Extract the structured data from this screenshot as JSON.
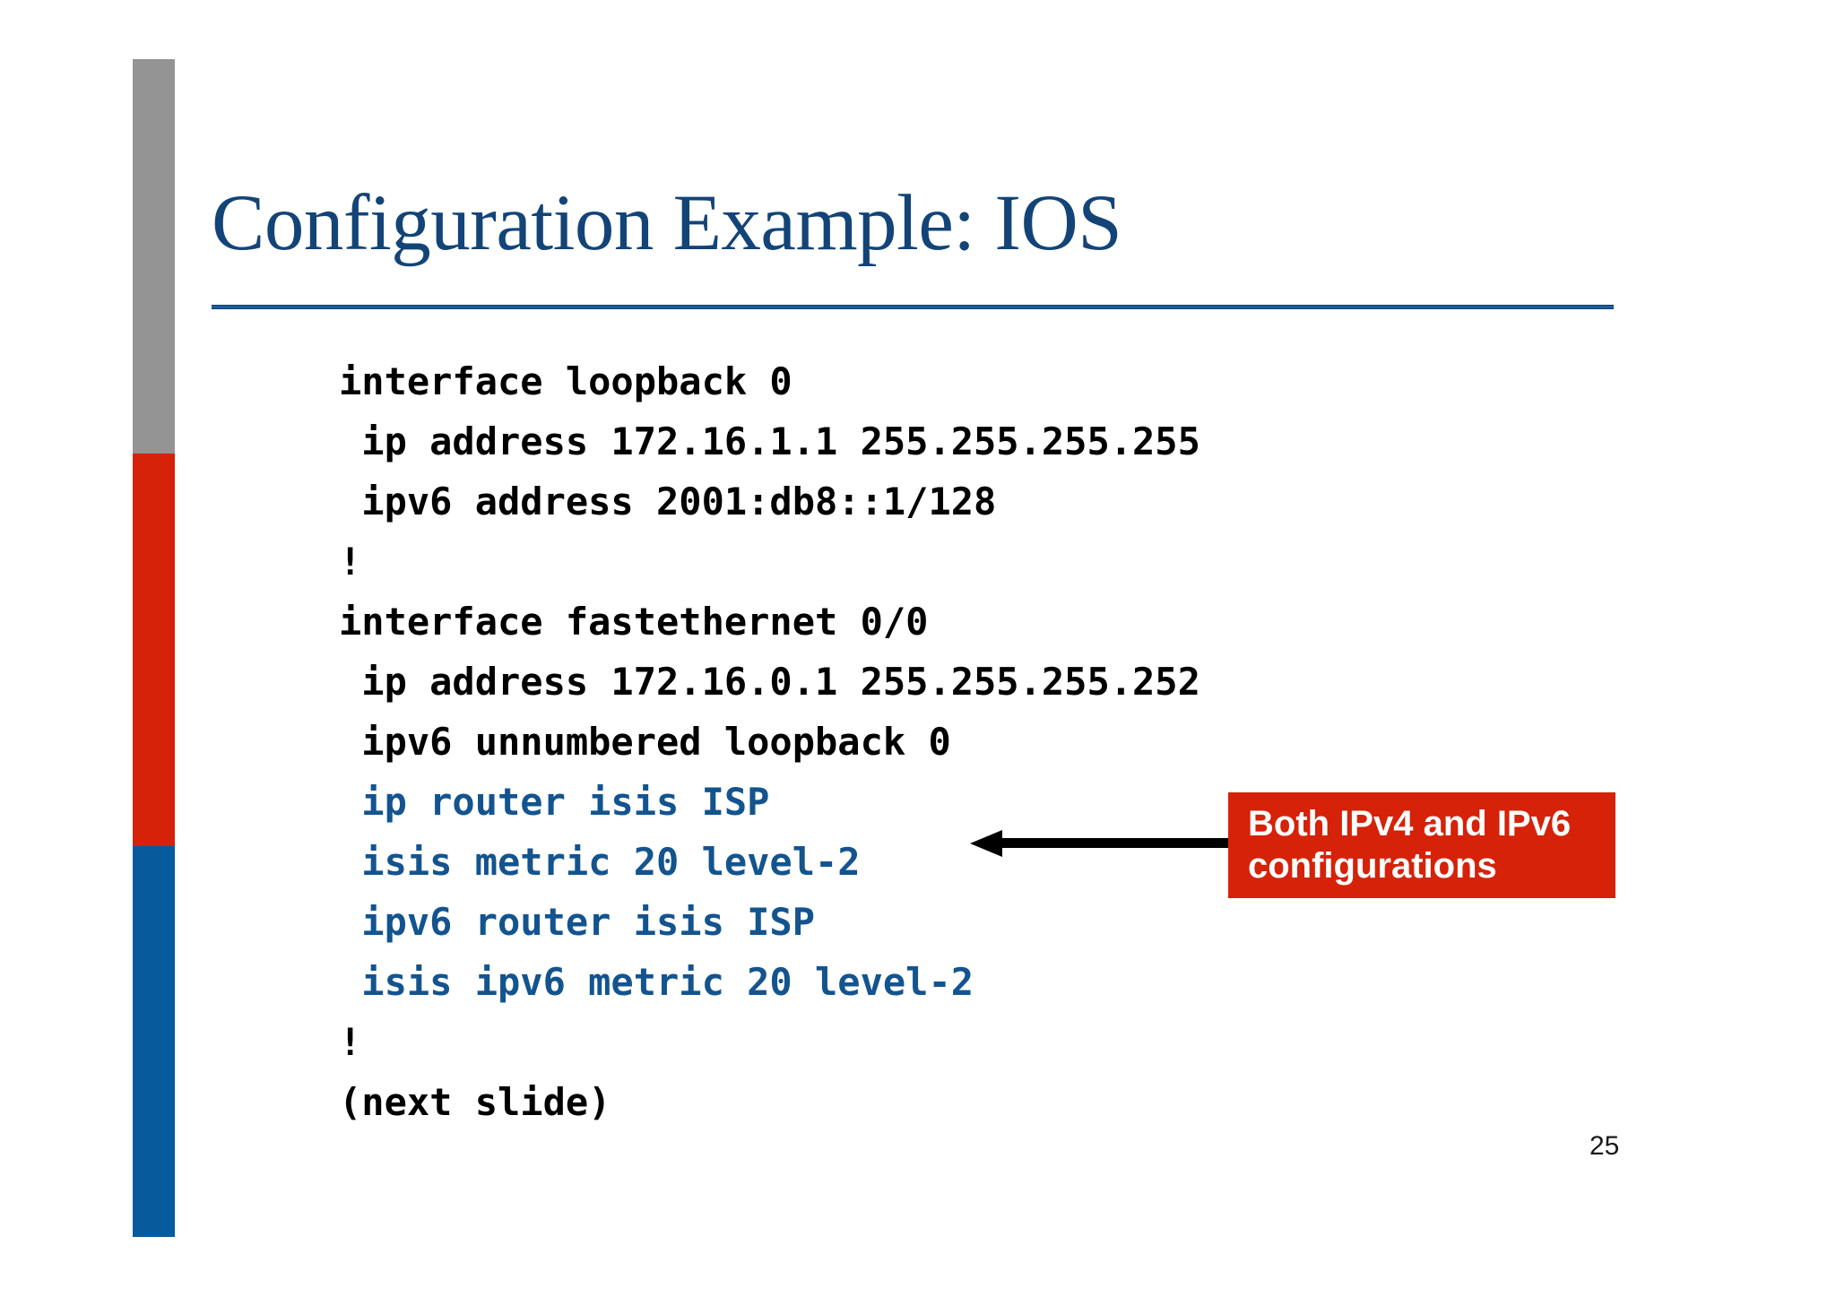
{
  "slide": {
    "title": "Configuration Example: IOS",
    "page_number": "25",
    "accent_colors": {
      "title_blue": "#134478",
      "rule_blue": "#1b5e9e",
      "code_blue": "#13548f",
      "callout_red": "#d52209",
      "bar_gray": "#949494",
      "bar_red": "#d52209",
      "bar_blue": "#075a9b"
    }
  },
  "sidebar": {
    "segments": [
      {
        "name": "gray-segment",
        "color": "#949494"
      },
      {
        "name": "red-segment",
        "color": "#d52209"
      },
      {
        "name": "blue-segment",
        "color": "#075a9b"
      }
    ]
  },
  "code": {
    "lines": [
      {
        "text": "interface loopback 0",
        "color": "black"
      },
      {
        "text": " ip address 172.16.1.1 255.255.255.255",
        "color": "black"
      },
      {
        "text": " ipv6 address 2001:db8::1/128",
        "color": "black"
      },
      {
        "text": "!",
        "color": "black"
      },
      {
        "text": "interface fastethernet 0/0",
        "color": "black"
      },
      {
        "text": " ip address 172.16.0.1 255.255.255.252",
        "color": "black"
      },
      {
        "text": " ipv6 unnumbered loopback 0",
        "color": "black"
      },
      {
        "text": " ip router isis ISP",
        "color": "blue"
      },
      {
        "text": " isis metric 20 level-2",
        "color": "blue"
      },
      {
        "text": " ipv6 router isis ISP",
        "color": "blue"
      },
      {
        "text": " isis ipv6 metric 20 level-2",
        "color": "blue"
      },
      {
        "text": "!",
        "color": "black"
      },
      {
        "text": "(next slide)",
        "color": "black"
      }
    ]
  },
  "callout": {
    "text": "Both IPv4 and IPv6\nconfigurations",
    "arrow_direction": "left",
    "points_to": "isis metric 20 level-2"
  }
}
